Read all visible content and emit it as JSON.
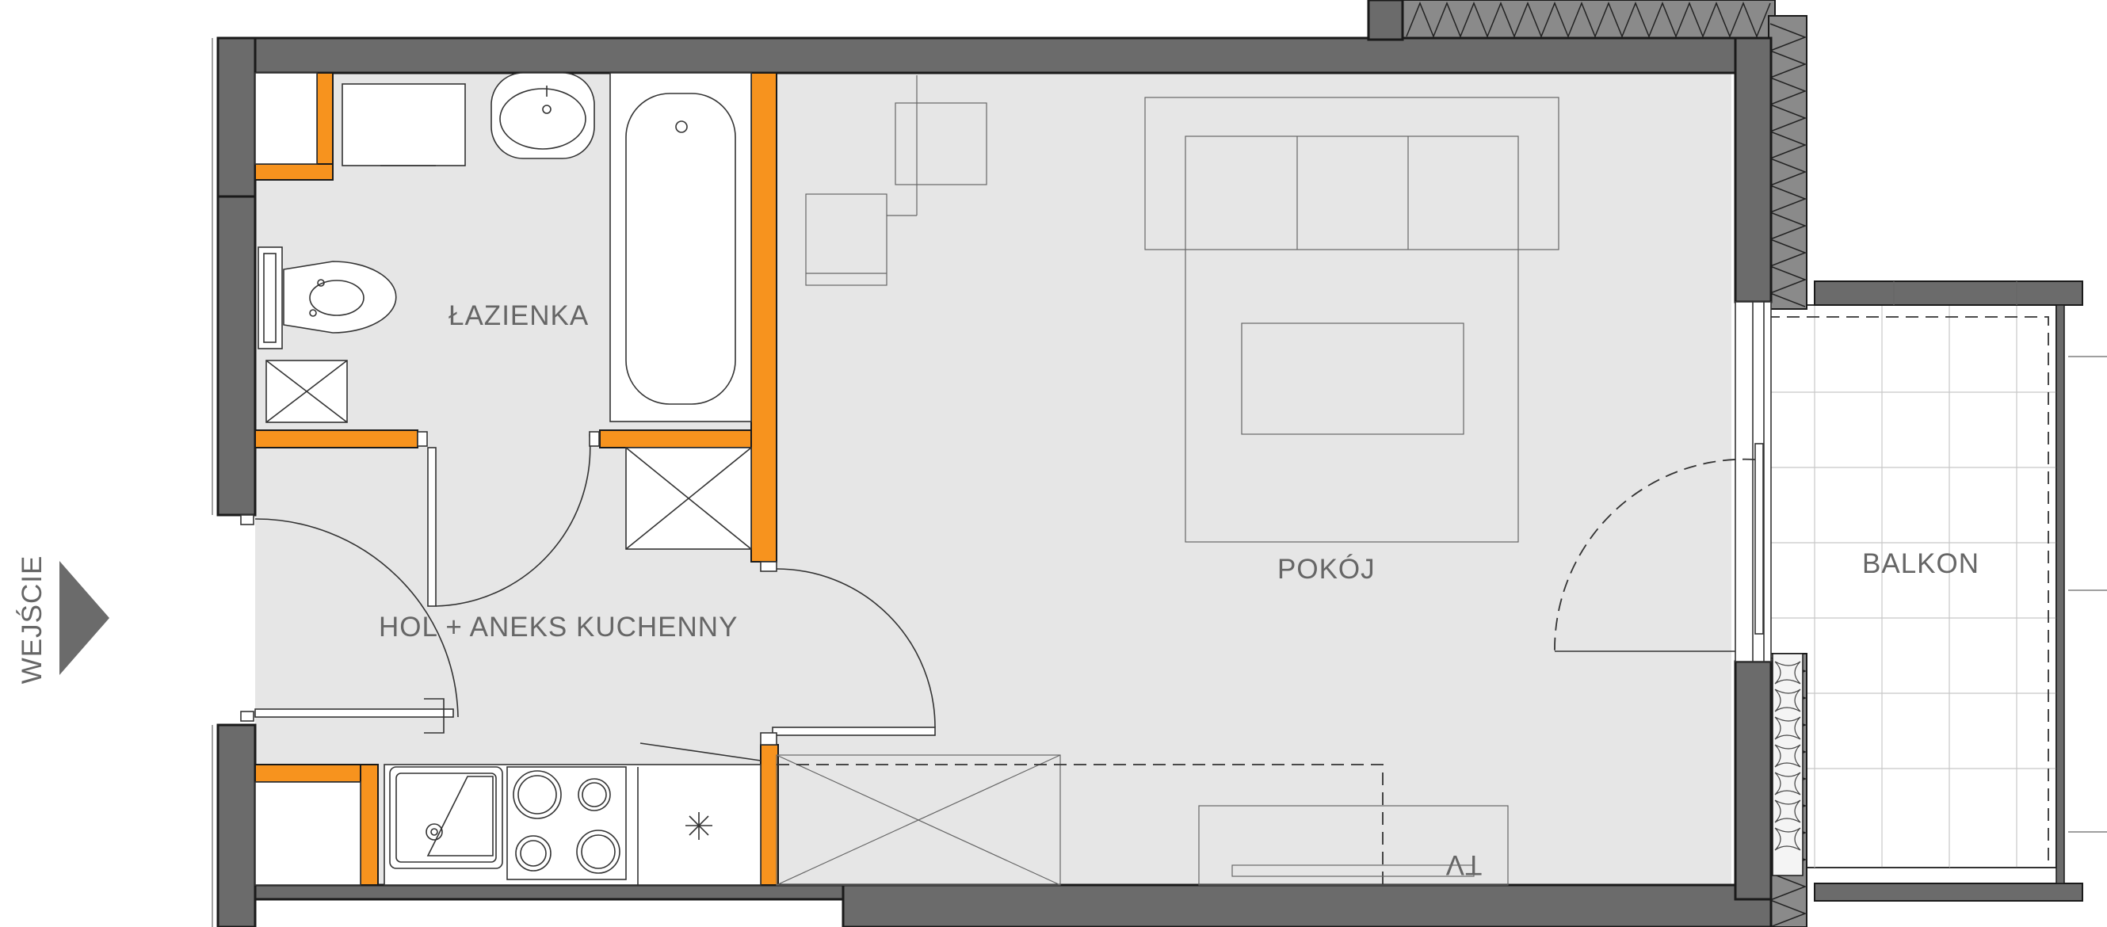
{
  "labels": {
    "bathroom": "ŁAZIENKA",
    "hall_kitchen": "HOL + ANEKS KUCHENNY",
    "room": "POKÓJ",
    "balcony": "BALKON",
    "entrance": "WEJŚCIE",
    "tv": "TV"
  },
  "colors": {
    "walls": "#6b6b6b",
    "partitions": "#f7931e",
    "floor": "#e6e6e6"
  },
  "icons": {
    "entrance": "triangle-arrow-right"
  }
}
